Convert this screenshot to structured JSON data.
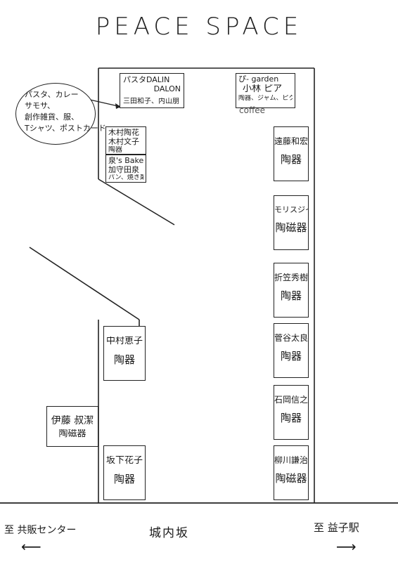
{
  "title": "PEACE SPACE",
  "bubble": {
    "lines": [
      "パスタ、カレー",
      "サモサ、",
      "創作雑貨、服、",
      "Tシャツ、ポストカード"
    ]
  },
  "booths": {
    "dalin": {
      "lines": [
        "パスタDALIN",
        "DALON",
        "三田和子、内山朋"
      ]
    },
    "pi_garden": {
      "lines": [
        "ぴ- garden",
        "小林 ピア",
        "陶器、ジャム、ピクルス",
        "coffee"
      ]
    },
    "kimura": {
      "lines": [
        "木村陶花",
        "木村文子",
        "陶器"
      ]
    },
    "izumi": {
      "lines": [
        "泉's Bakery",
        "加守田泉",
        "パン、焼き菓子"
      ]
    },
    "endo": {
      "lines": [
        "遠藤和宏",
        "陶器"
      ]
    },
    "morisu": {
      "lines": [
        "モリスジイ",
        "陶磁器"
      ]
    },
    "origasa": {
      "lines": [
        "折笠秀樹",
        "陶器"
      ]
    },
    "sugaya": {
      "lines": [
        "菅谷太良",
        "陶器"
      ]
    },
    "ishioka": {
      "lines": [
        "石岡信之",
        "陶器"
      ]
    },
    "yanagawa": {
      "lines": [
        "柳川謙治",
        "陶磁器"
      ]
    },
    "nakamura": {
      "lines": [
        "中村恵子",
        "陶器"
      ]
    },
    "ito": {
      "lines": [
        "伊藤 叔潔",
        "陶磁器"
      ]
    },
    "sakashita": {
      "lines": [
        "坂下花子",
        "陶器"
      ]
    }
  },
  "bottom": {
    "left_dir": "至 共販センター",
    "left_arrow": "⟵",
    "road": "城内坂",
    "right_dir": "至 益子駅",
    "right_arrow": "⟶"
  }
}
